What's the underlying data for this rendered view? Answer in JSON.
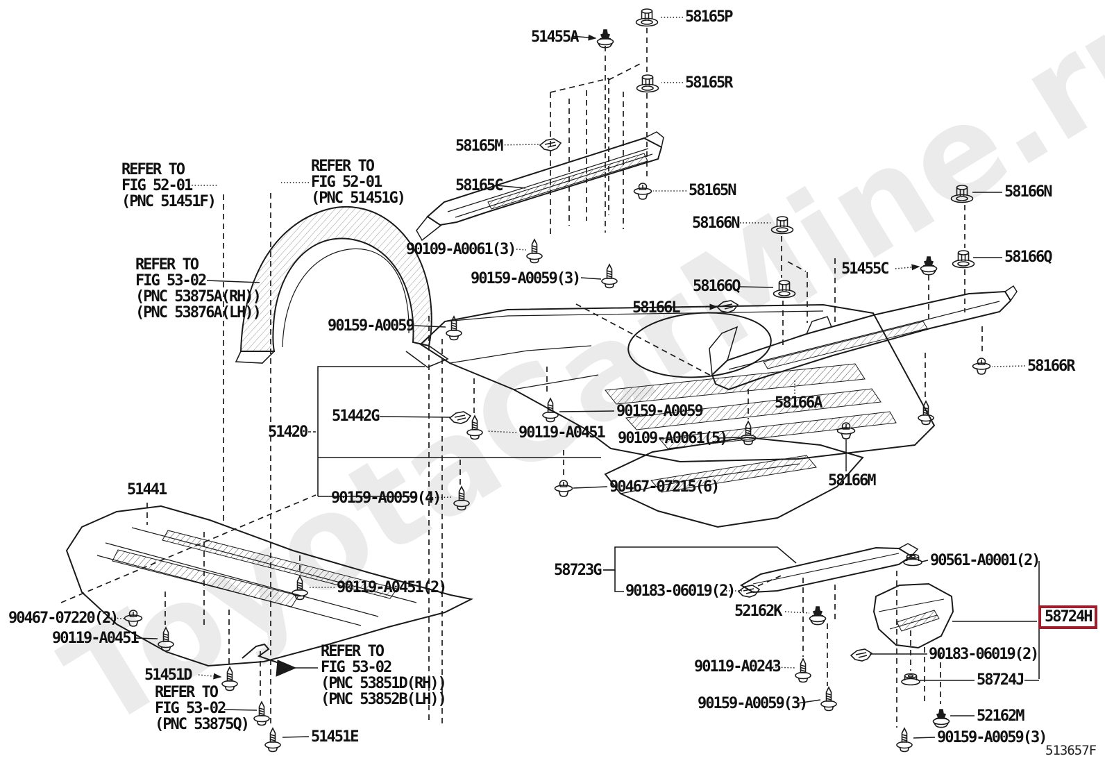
{
  "watermark": "ToyotaCarMine.ru",
  "diagram_code": "513657F",
  "highlight": {
    "color": "#9e1e2c",
    "part": "58724H"
  },
  "labels": {
    "p51455A": "51455A",
    "p58165P": "58165P",
    "p58165R": "58165R",
    "p58165M": "58165M",
    "p58165C": "58165C",
    "p58165N": "58165N",
    "p58166N": "58166N",
    "p58166Q": "58166Q",
    "p51455C": "51455C",
    "p58166L": "58166L",
    "p58166R": "58166R",
    "p58166A": "58166A",
    "p58166M": "58166M",
    "p51442G": "51442G",
    "p51420": "51420",
    "p51441": "51441",
    "p51451D": "51451D",
    "p51451E": "51451E",
    "p58723G": "58723G",
    "p52162K": "52162K",
    "p52162M": "52162M",
    "p58724H": "58724H",
    "p58724J": "58724J",
    "h90109_3": "90109-A0061(3)",
    "h90109_5": "90109-A0061(5)",
    "h90159": "90159-A0059",
    "h90159_3": "90159-A0059(3)",
    "h90159_4": "90159-A0059(4)",
    "h90119": "90119-A0451",
    "h90119_2": "90119-A0451(2)",
    "h90119_A0243": "90119-A0243",
    "h90467_07215": "90467-07215(6)",
    "h90467_07220": "90467-07220(2)",
    "h90183": "90183-06019(2)",
    "h90561": "90561-A0001(2)"
  },
  "notes": {
    "n51451F": "REFER TO\nFIG 52-01\n(PNC 51451F)",
    "n51451G": "REFER TO\nFIG 52-01\n(PNC 51451G)",
    "n53875A": "REFER TO\nFIG 53-02\n(PNC 53875A(RH))\n(PNC 53876A(LH))",
    "n53851D": "REFER TO\nFIG 53-02\n(PNC 53851D(RH))\n(PNC 53852B(LH))",
    "n53875Q": "REFER TO\nFIG 53-02\n(PNC 53875Q)"
  }
}
